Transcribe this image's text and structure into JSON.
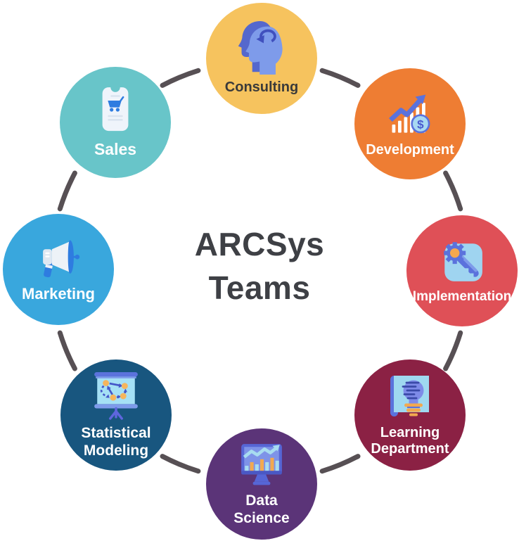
{
  "title": "ARCSys\nTeams",
  "connector_color": "#575054",
  "title_color": "#3E4045",
  "teams": [
    {
      "id": "consulting",
      "label": "Consulting",
      "circle_color": "#F6C35E",
      "label_color": "#3A3A3A",
      "icon": "thinking-head-icon"
    },
    {
      "id": "development",
      "label": "Development",
      "circle_color": "#EE7D33",
      "label_color": "#FFFFFF",
      "icon": "growth-chart-coin-icon"
    },
    {
      "id": "implementation",
      "label": "Implementation",
      "circle_color": "#DF5057",
      "label_color": "#FFFFFF",
      "icon": "gear-key-icon"
    },
    {
      "id": "learning",
      "label": "Learning\nDepartment",
      "circle_color": "#8B2144",
      "label_color": "#FFFFFF",
      "icon": "idea-scroll-icon"
    },
    {
      "id": "data-science",
      "label": "Data\nScience",
      "circle_color": "#5B3478",
      "label_color": "#FFFFFF",
      "icon": "analytics-monitor-icon"
    },
    {
      "id": "statistical-modeling",
      "label": "Statistical\nModeling",
      "circle_color": "#18567F",
      "label_color": "#FFFFFF",
      "icon": "network-board-icon"
    },
    {
      "id": "marketing",
      "label": "Marketing",
      "circle_color": "#39A7DD",
      "label_color": "#FFFFFF",
      "icon": "megaphone-icon"
    },
    {
      "id": "sales",
      "label": "Sales",
      "circle_color": "#68C5C9",
      "label_color": "#FFFFFF",
      "icon": "shopping-phone-icon"
    }
  ]
}
